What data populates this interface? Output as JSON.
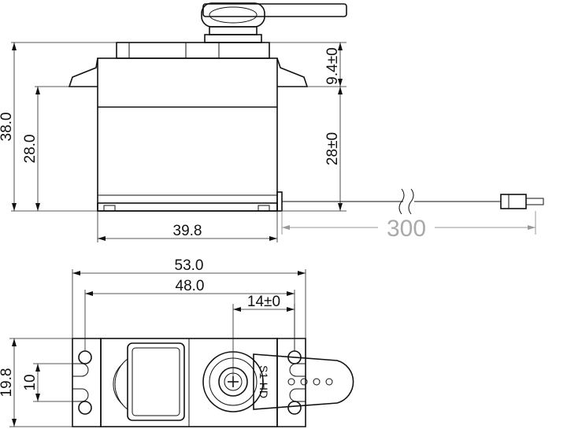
{
  "side_view": {
    "dim_overall_height": "38.0",
    "dim_case_height": "28.0",
    "dim_top_section": "9.4±0",
    "dim_case_height_tol": "28±0",
    "dim_case_width": "39.8",
    "dim_cable_length": "300"
  },
  "top_view": {
    "dim_overall_length": "53.0",
    "dim_mount_holes": "48.0",
    "dim_horn_offset": "14±0",
    "dim_width": "19.8",
    "dim_hole_spacing": "10",
    "label_model": "S1-HD"
  }
}
